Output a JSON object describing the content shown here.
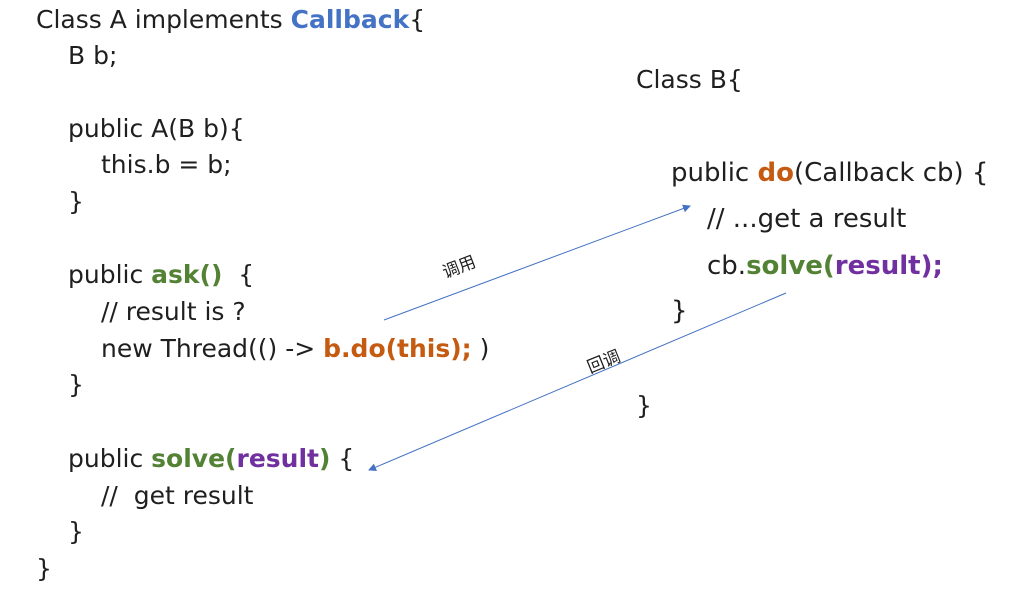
{
  "class_a": {
    "header": "Class A implements ",
    "interface": "Callback",
    "header_brace": "{",
    "field": "B b;",
    "ctor_sig": "public A(B b){",
    "ctor_body": "this.b = b;",
    "ctor_close": "}",
    "ask_prefix": "public ",
    "ask_name": "ask()",
    "ask_suffix": "  {",
    "ask_comment": "// result is ?",
    "ask_thread_prefix": "new Thread(() -> ",
    "ask_call": "b.do(this);",
    "ask_thread_suffix": " )",
    "ask_close": "}",
    "solve_prefix": "public ",
    "solve_name": "solve(",
    "solve_param": "result",
    "solve_paren": ")",
    "solve_suffix": " {",
    "solve_comment": "//  get result",
    "solve_close": "}",
    "class_close": "}"
  },
  "class_b": {
    "header": "Class B{",
    "do_prefix": "public ",
    "do_name": "do",
    "do_suffix": "(Callback cb) {",
    "do_comment": "// ...get a result",
    "call_prefix": "cb.",
    "call_name": "solve(",
    "call_param": "result",
    "call_close": ");",
    "do_close": "}",
    "class_close": "}"
  },
  "arrows": {
    "call_label": "调用",
    "callback_label": "回调",
    "color": "#4472c4"
  }
}
